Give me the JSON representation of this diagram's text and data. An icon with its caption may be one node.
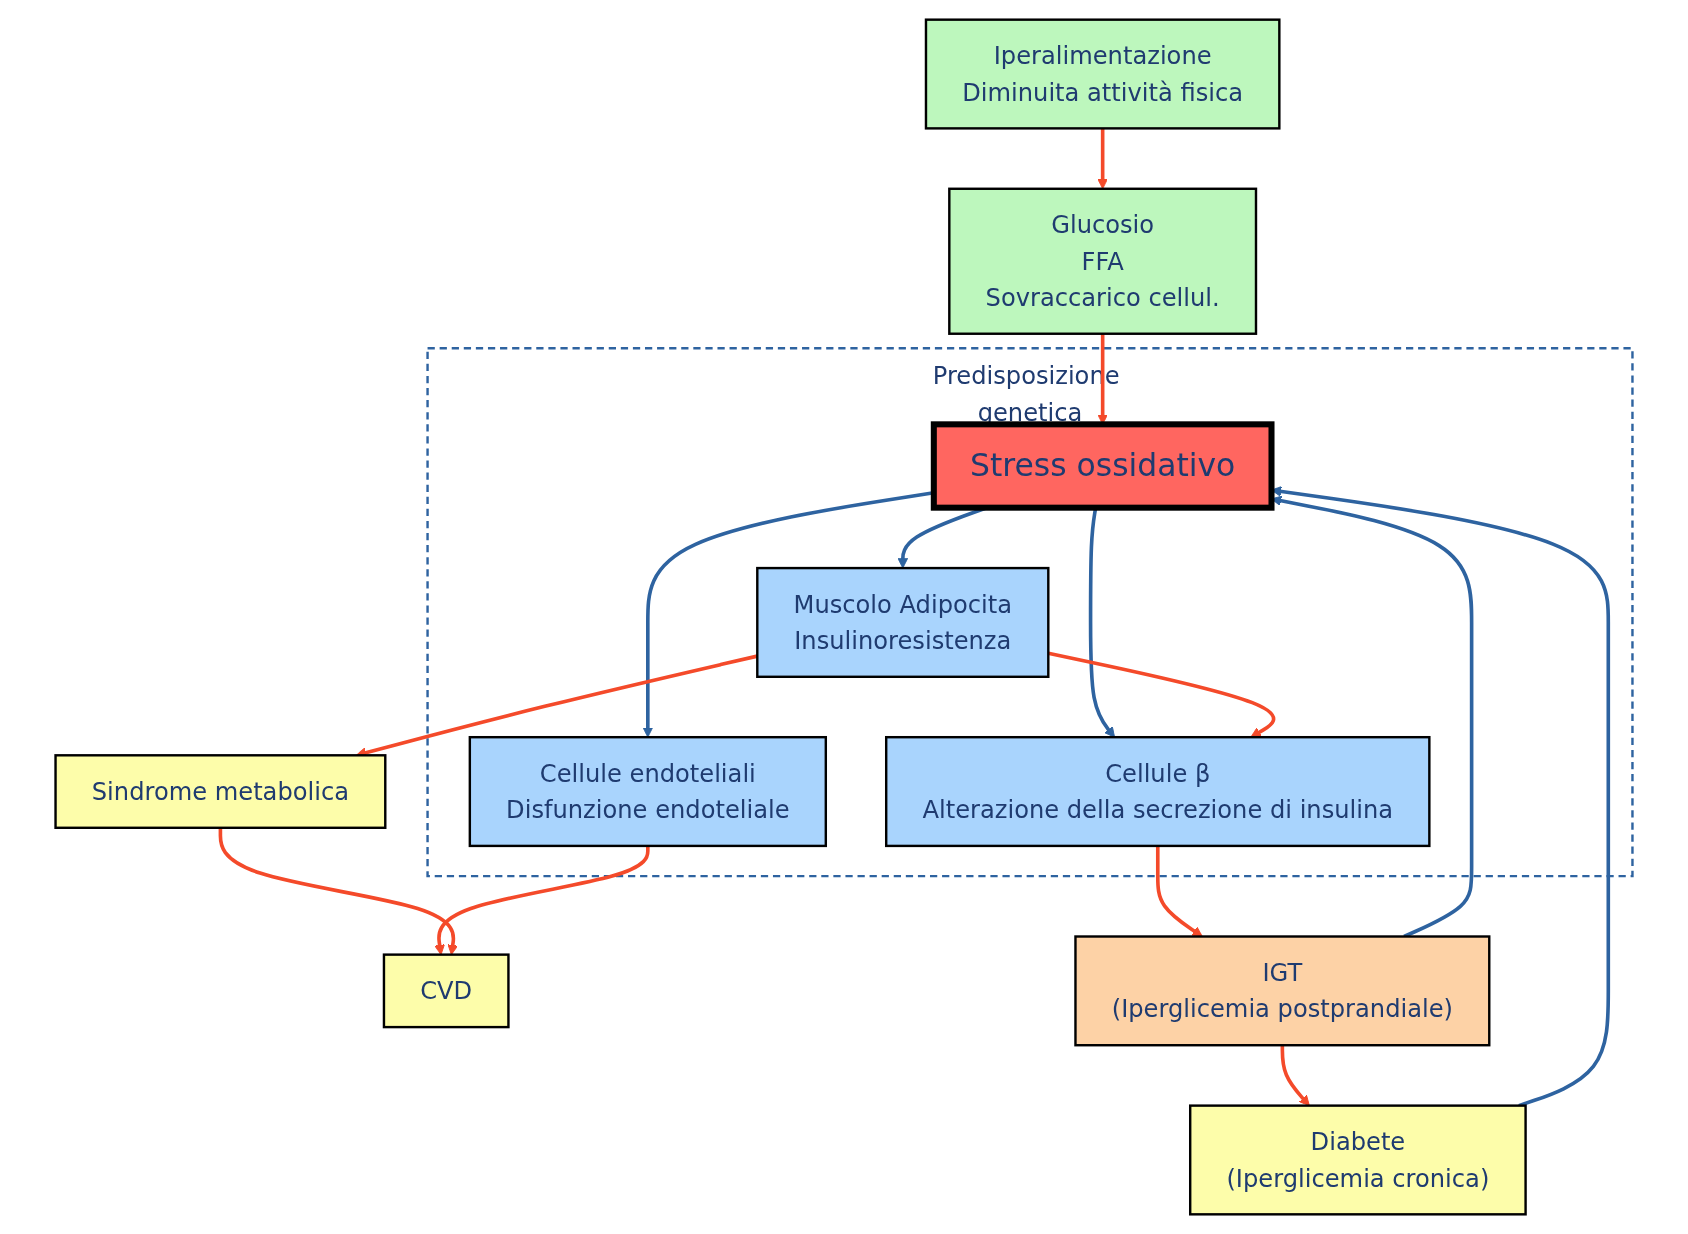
{
  "diagram": {
    "nodes": [
      {
        "text": [
          "Iperalimentazione",
          "Diminuita attività fisica"
        ]
      },
      {
        "text": [
          "Glucosio",
          "FFA",
          "Sovraccarico cellul."
        ]
      },
      {
        "text": [
          "Predisposizione genetica"
        ]
      },
      {
        "text": [
          "Stress ossidativo"
        ],
        "in": 2
      },
      {
        "text": [
          "Cellule endoteliali",
          "Disfunzione endoteliale"
        ],
        "in": 2
      },
      {
        "text": [
          "Muscolo Adipocita",
          "Insulinoresistenza"
        ],
        "in": 2
      },
      {
        "text": [
          "Cellule β",
          "Alterazione della secrezione di insulina"
        ],
        "in": 2
      },
      {
        "text": [
          "CVD"
        ]
      },
      {
        "text": [
          "Sindrome metabolica"
        ]
      },
      {
        "text": [
          "IGT",
          "(Iperglicemia postprandiale)"
        ]
      },
      {
        "text": [
          "Diabete",
          "(Iperglicemia cronica)"
        ]
      }
    ],
    "edges": [
      {
        "from": 0,
        "to": 1,
        "arrow": "to"
      },
      {
        "from": 1,
        "to": 3,
        "arrow": "to"
      },
      {
        "from": 3,
        "to": 4,
        "arrow": "to",
        "color": "#2e63a0"
      },
      {
        "from": 3,
        "to": 5,
        "arrow": "to",
        "color": "#2e63a0"
      },
      {
        "from": 3,
        "to": 6,
        "arrow": "to",
        "color": "#2e63a0"
      },
      {
        "from": 5,
        "to": 6,
        "arrow": "to"
      },
      {
        "from": 4,
        "to": 7,
        "arrow": "to"
      },
      {
        "from": 5,
        "to": 8,
        "arrow": "to"
      },
      {
        "from": 6,
        "to": 9,
        "arrow": "to"
      },
      {
        "from": 8,
        "to": 7,
        "arrow": "to"
      },
      {
        "from": 9,
        "to": 10,
        "arrow": "to"
      },
      {
        "from": 9,
        "to": 3,
        "arrow": "to",
        "color": "#2e63a0"
      },
      {
        "from": 10,
        "to": 3,
        "arrow": "to",
        "color": "#2e63a0"
      }
    ]
  }
}
